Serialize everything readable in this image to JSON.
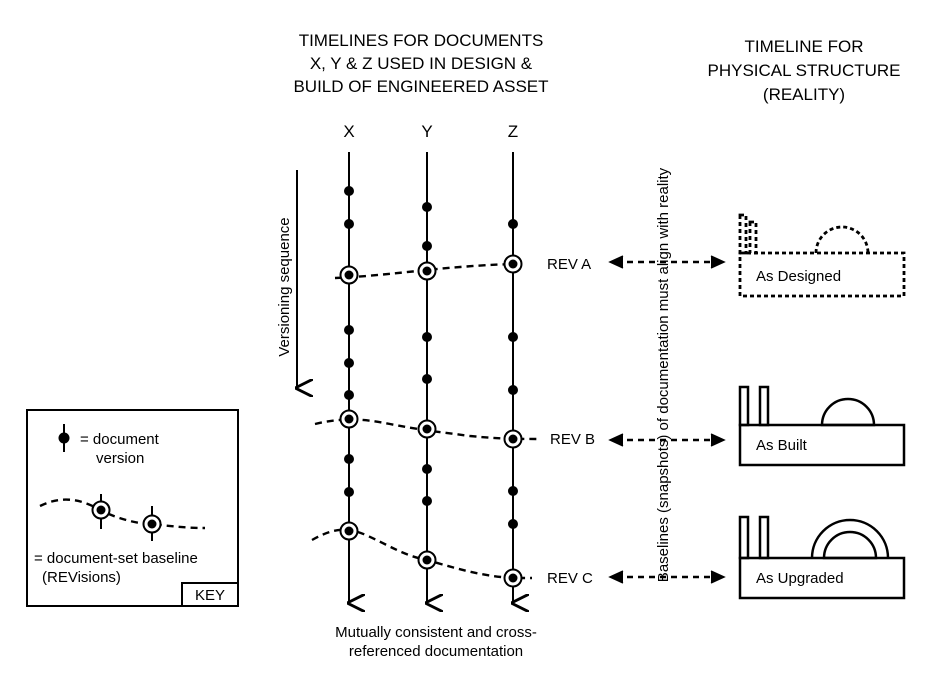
{
  "left_title": {
    "line1": "TIMELINES FOR DOCUMENTS",
    "line2": "X, Y & Z USED IN DESIGN &",
    "line3": "BUILD OF ENGINEERED ASSET"
  },
  "right_title": {
    "line1": "TIMELINE FOR",
    "line2": "PHYSICAL STRUCTURE",
    "line3": "(REALITY)"
  },
  "columns": [
    {
      "label": "X"
    },
    {
      "label": "Y"
    },
    {
      "label": "Z"
    }
  ],
  "versioning_label": "Versioning sequence",
  "baselines_label": "Baselines (snapshots) of documentation must align with reality",
  "revisions": [
    {
      "label": "REV A",
      "state": "As Designed"
    },
    {
      "label": "REV B",
      "state": "As Built"
    },
    {
      "label": "REV C",
      "state": "As Upgraded"
    }
  ],
  "bottom_caption": {
    "line1": "Mutually consistent and cross-",
    "line2": "referenced documentation"
  },
  "key": {
    "version_line1": "= document",
    "version_line2": "version",
    "baseline_line1": "= document-set baseline",
    "baseline_line2": "(REVisions)",
    "badge": "KEY"
  }
}
